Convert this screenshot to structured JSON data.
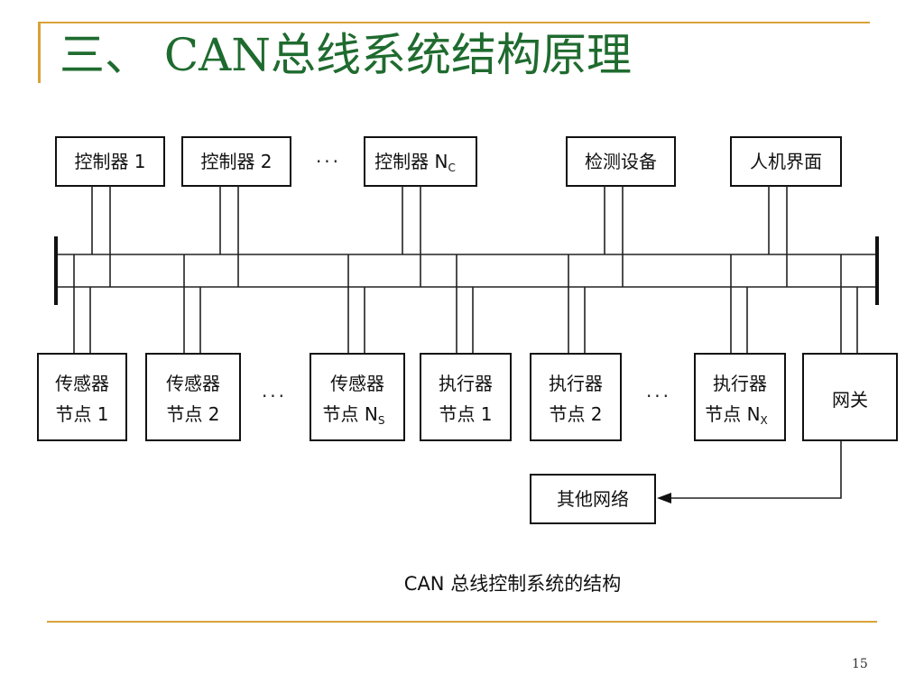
{
  "title": "三、 CAN总线系统结构原理",
  "controllers": [
    {
      "label": "控制器 1"
    },
    {
      "label": "控制器 2"
    },
    {
      "label": "控制器 N",
      "sub": "C"
    },
    {
      "label": "检测设备"
    },
    {
      "label": "人机界面"
    }
  ],
  "ellipsis": "···",
  "nodes": [
    {
      "line1": "传感器",
      "line2": "节点 1"
    },
    {
      "line1": "传感器",
      "line2": "节点 2"
    },
    {
      "line1": "传感器",
      "line2": "节点 N",
      "sub": "S"
    },
    {
      "line1": "执行器",
      "line2": "节点 1"
    },
    {
      "line1": "执行器",
      "line2": "节点 2"
    },
    {
      "line1": "执行器",
      "line2": "节点 N",
      "sub": "X"
    },
    {
      "line1": "网关"
    }
  ],
  "other_network": "其他网络",
  "caption": "CAN 总线控制系统的结构",
  "page_number": "15"
}
